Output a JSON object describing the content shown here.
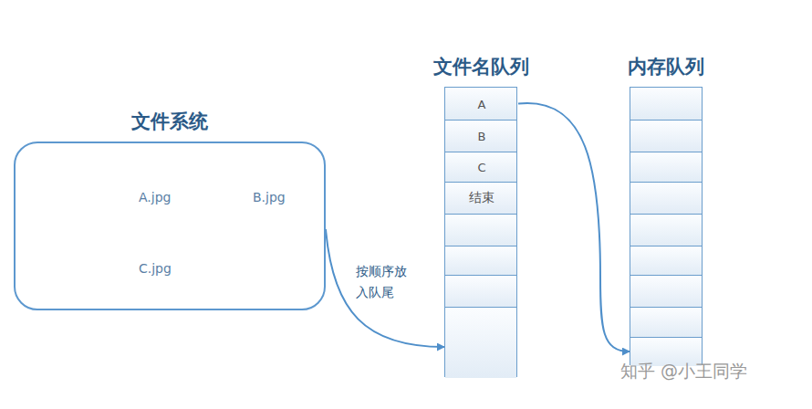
{
  "diagram": {
    "nodes": [
      {
        "text": [
          "文件系统"
        ]
      },
      {
        "text": [
          "A.jpg"
        ],
        "in": 0
      },
      {
        "text": [
          "B.jpg"
        ],
        "in": 0
      },
      {
        "text": [
          "C.jpg"
        ],
        "in": 0
      },
      {
        "text": [
          "文件名队列"
        ]
      },
      {
        "text": [
          "A"
        ],
        "in": 4
      },
      {
        "text": [
          "B"
        ],
        "in": 4
      },
      {
        "text": [
          "C"
        ],
        "in": 4
      },
      {
        "text": [
          "结束"
        ],
        "in": 4
      },
      {
        "text": [
          "内存队列"
        ]
      }
    ],
    "edges": [
      {
        "from": 0,
        "to": 4,
        "label": "按顺序放 入队尾",
        "arrow": "to"
      },
      {
        "from": 5,
        "to": 9,
        "arrow": "to"
      }
    ],
    "labels": [
      "知乎 @小王同学"
    ]
  }
}
